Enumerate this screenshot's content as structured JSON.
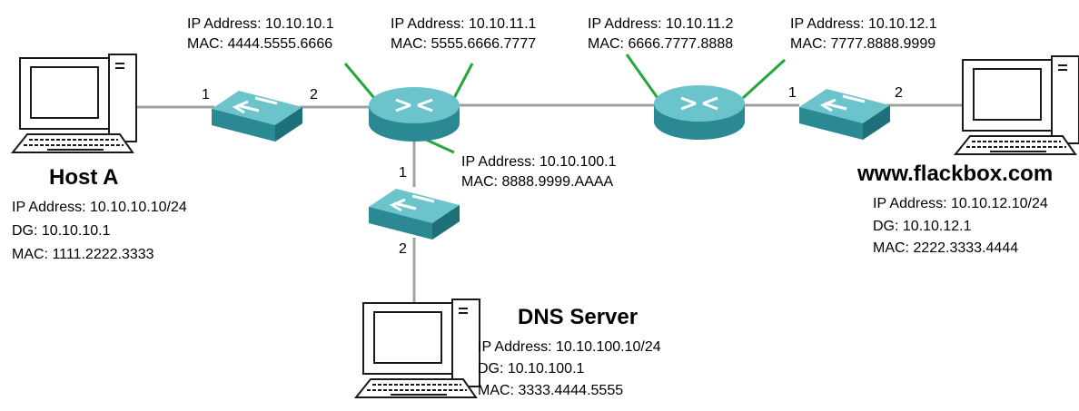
{
  "routers": [
    {
      "left": {
        "ip_label": "IP Address: 10.10.10.1",
        "mac_label": "MAC: 4444.5555.6666"
      },
      "right": {
        "ip_label": "IP Address: 10.10.11.1",
        "mac_label": "MAC: 5555.6666.7777"
      },
      "bottom": {
        "ip_label": "IP Address: 10.10.100.1",
        "mac_label": "MAC: 8888.9999.AAAA"
      }
    },
    {
      "left": {
        "ip_label": "IP Address: 10.10.11.2",
        "mac_label": "MAC: 6666.7777.8888"
      },
      "right": {
        "ip_label": "IP Address: 10.10.12.1",
        "mac_label": "MAC: 7777.8888.9999"
      }
    }
  ],
  "hosts": {
    "host_a": {
      "name": "Host A",
      "ip": "IP Address: 10.10.10.10/24",
      "dg": "DG: 10.10.10.1",
      "mac": "MAC: 1111.2222.3333"
    },
    "dns": {
      "name": "DNS Server",
      "ip": "IP Address: 10.10.100.10/24",
      "dg": "DG: 10.10.100.1",
      "mac": "MAC: 3333.4444.5555"
    },
    "web": {
      "name": "www.flackbox.com",
      "ip": "IP Address: 10.10.12.10/24",
      "dg": "DG: 10.10.12.1",
      "mac": "MAC: 2222.3333.4444"
    }
  },
  "ports": {
    "one": "1",
    "two": "2"
  },
  "colors": {
    "device_teal": "#2f8f99",
    "device_light": "#6cc2cb",
    "link_gray": "#a0a0a0",
    "callout_green": "#22a83a"
  }
}
